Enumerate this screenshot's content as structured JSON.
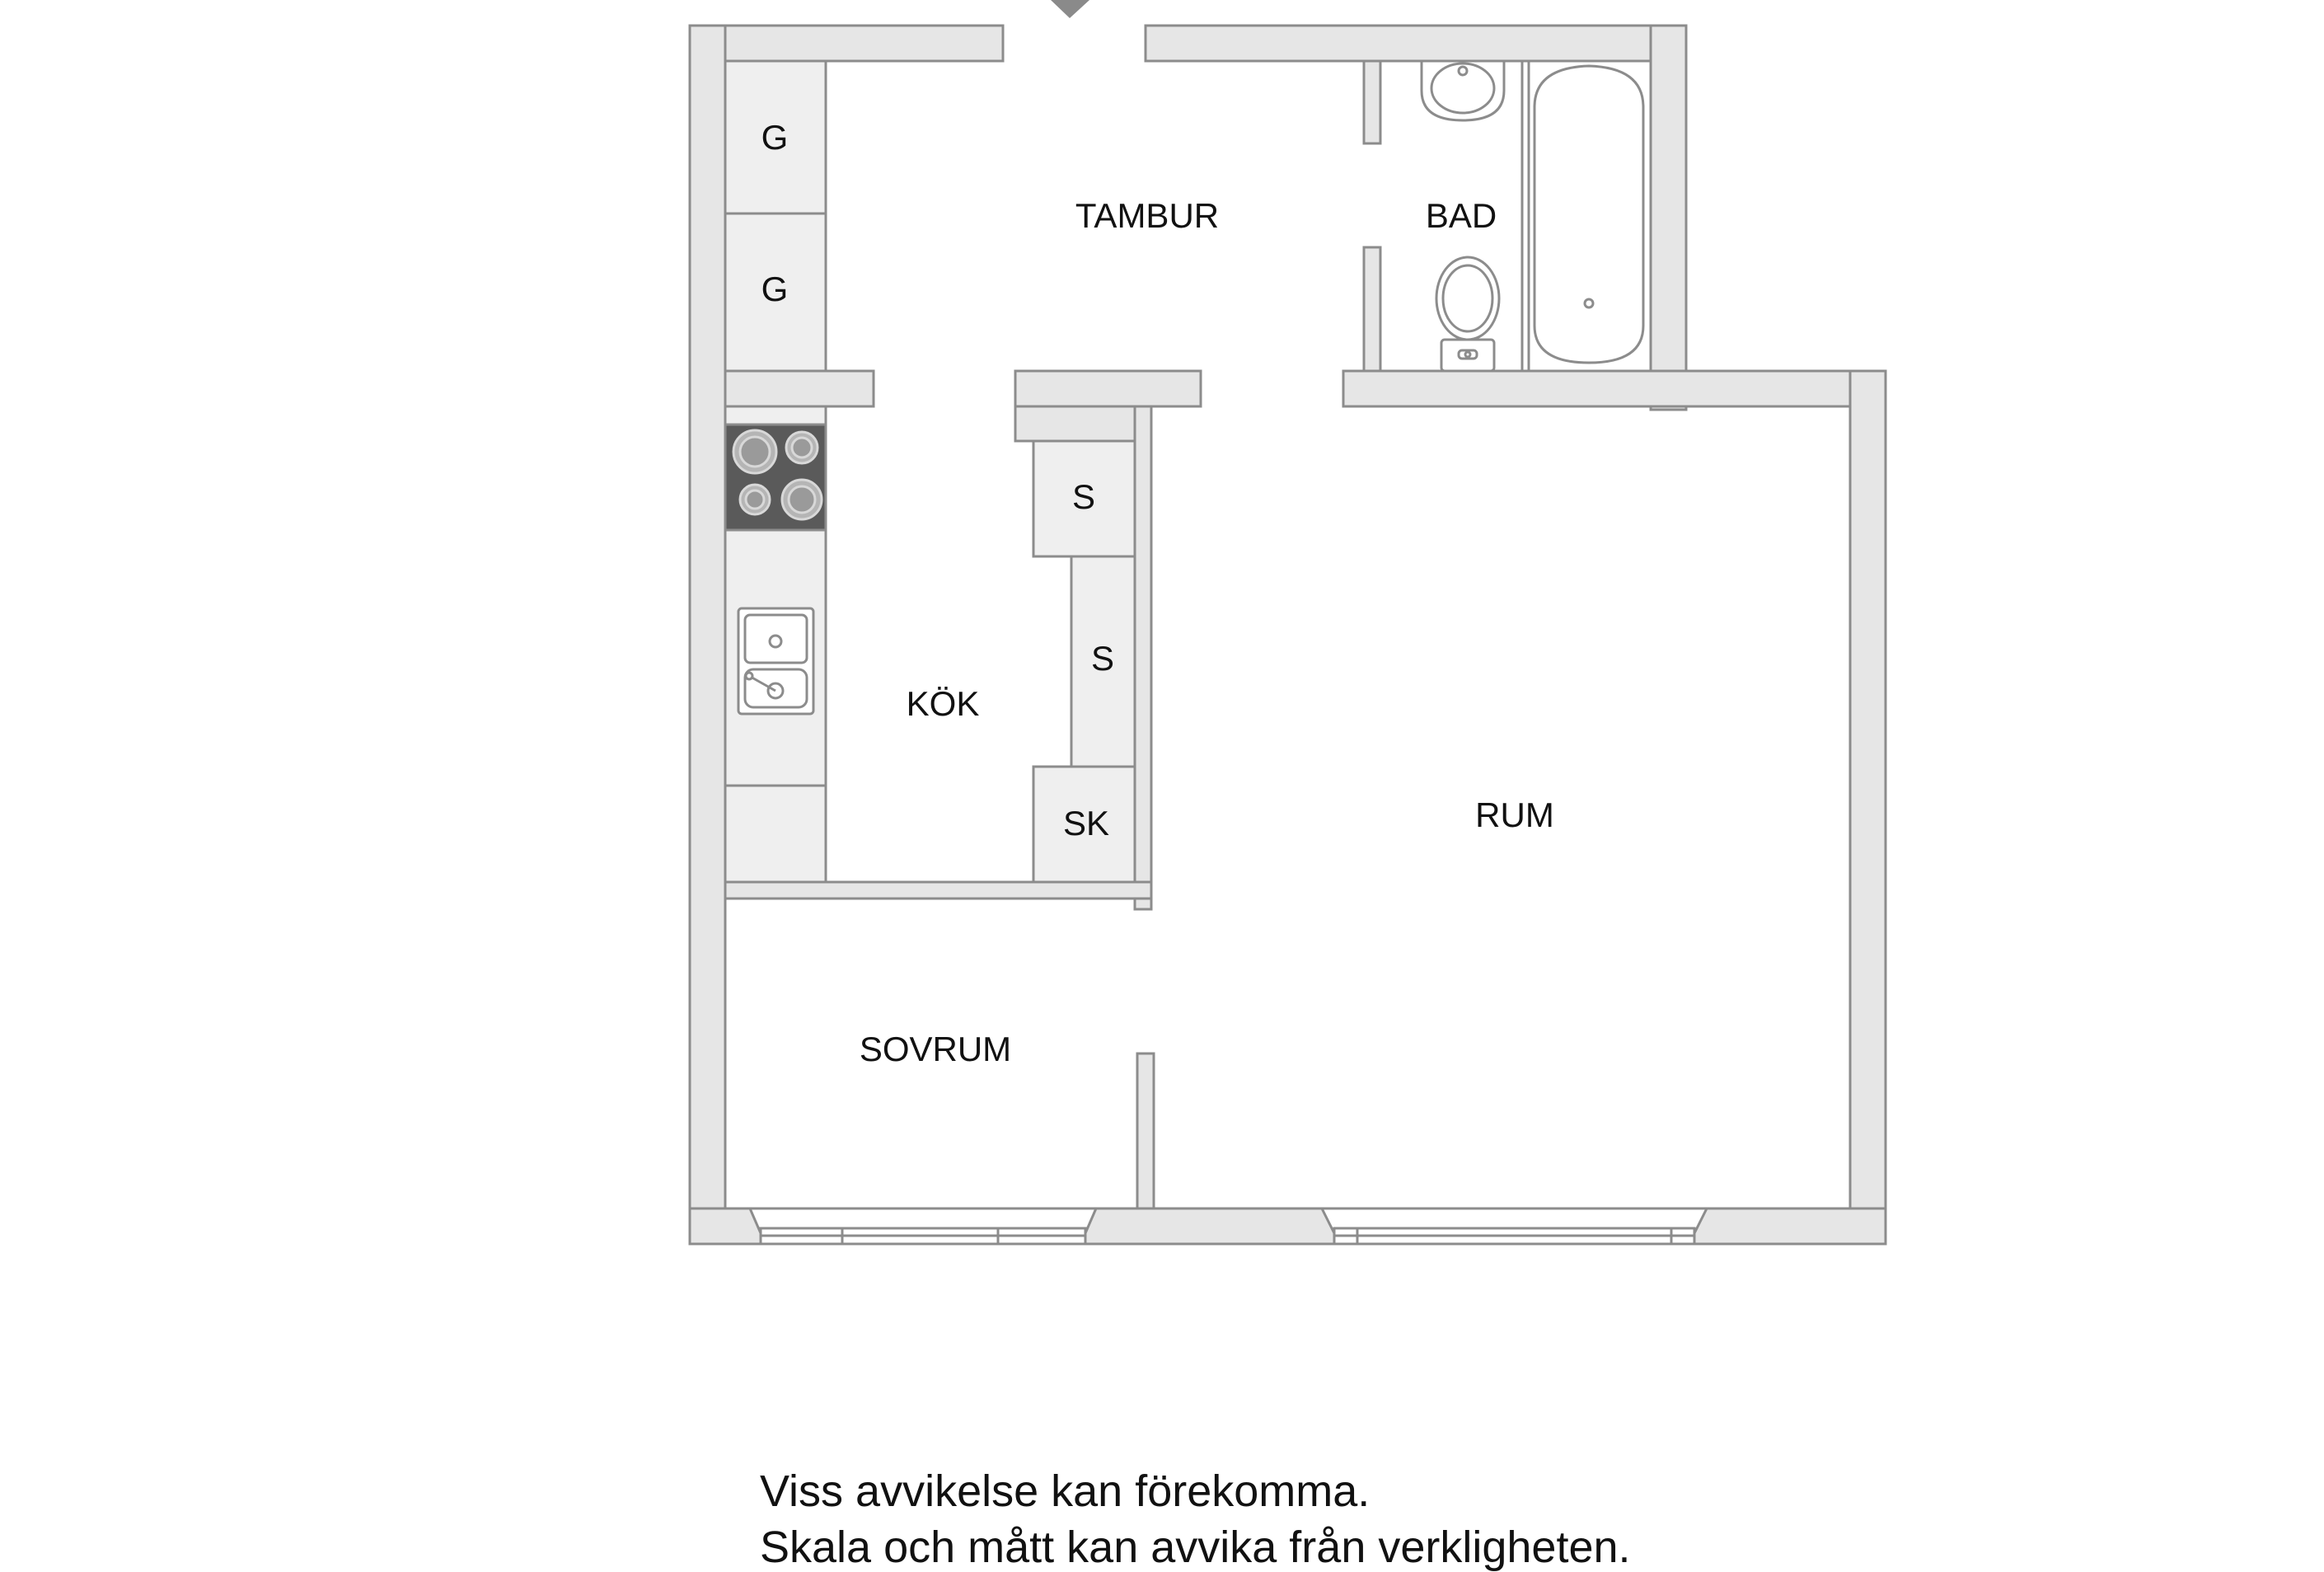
{
  "rooms": {
    "tambur": "TAMBUR",
    "bad": "BAD",
    "kok": "KÖK",
    "rum": "RUM",
    "sovrum": "SOVRUM"
  },
  "fixtures": {
    "garderob_1": "G",
    "garderob_2": "G",
    "skap_1": "S",
    "skap_2": "S",
    "stadskap": "SK"
  },
  "notes": {
    "line1": "Viss avvikelse kan förekomma.",
    "line2": "Skala och mått kan avvika från verkligheten."
  },
  "colors": {
    "wall_fill": "#e6e6e6",
    "wall_stroke": "#8c8c8c",
    "fixture_fill": "#efefef",
    "stove_fill": "#5a5a5a",
    "entrance_marker": "#8a8a8a"
  }
}
